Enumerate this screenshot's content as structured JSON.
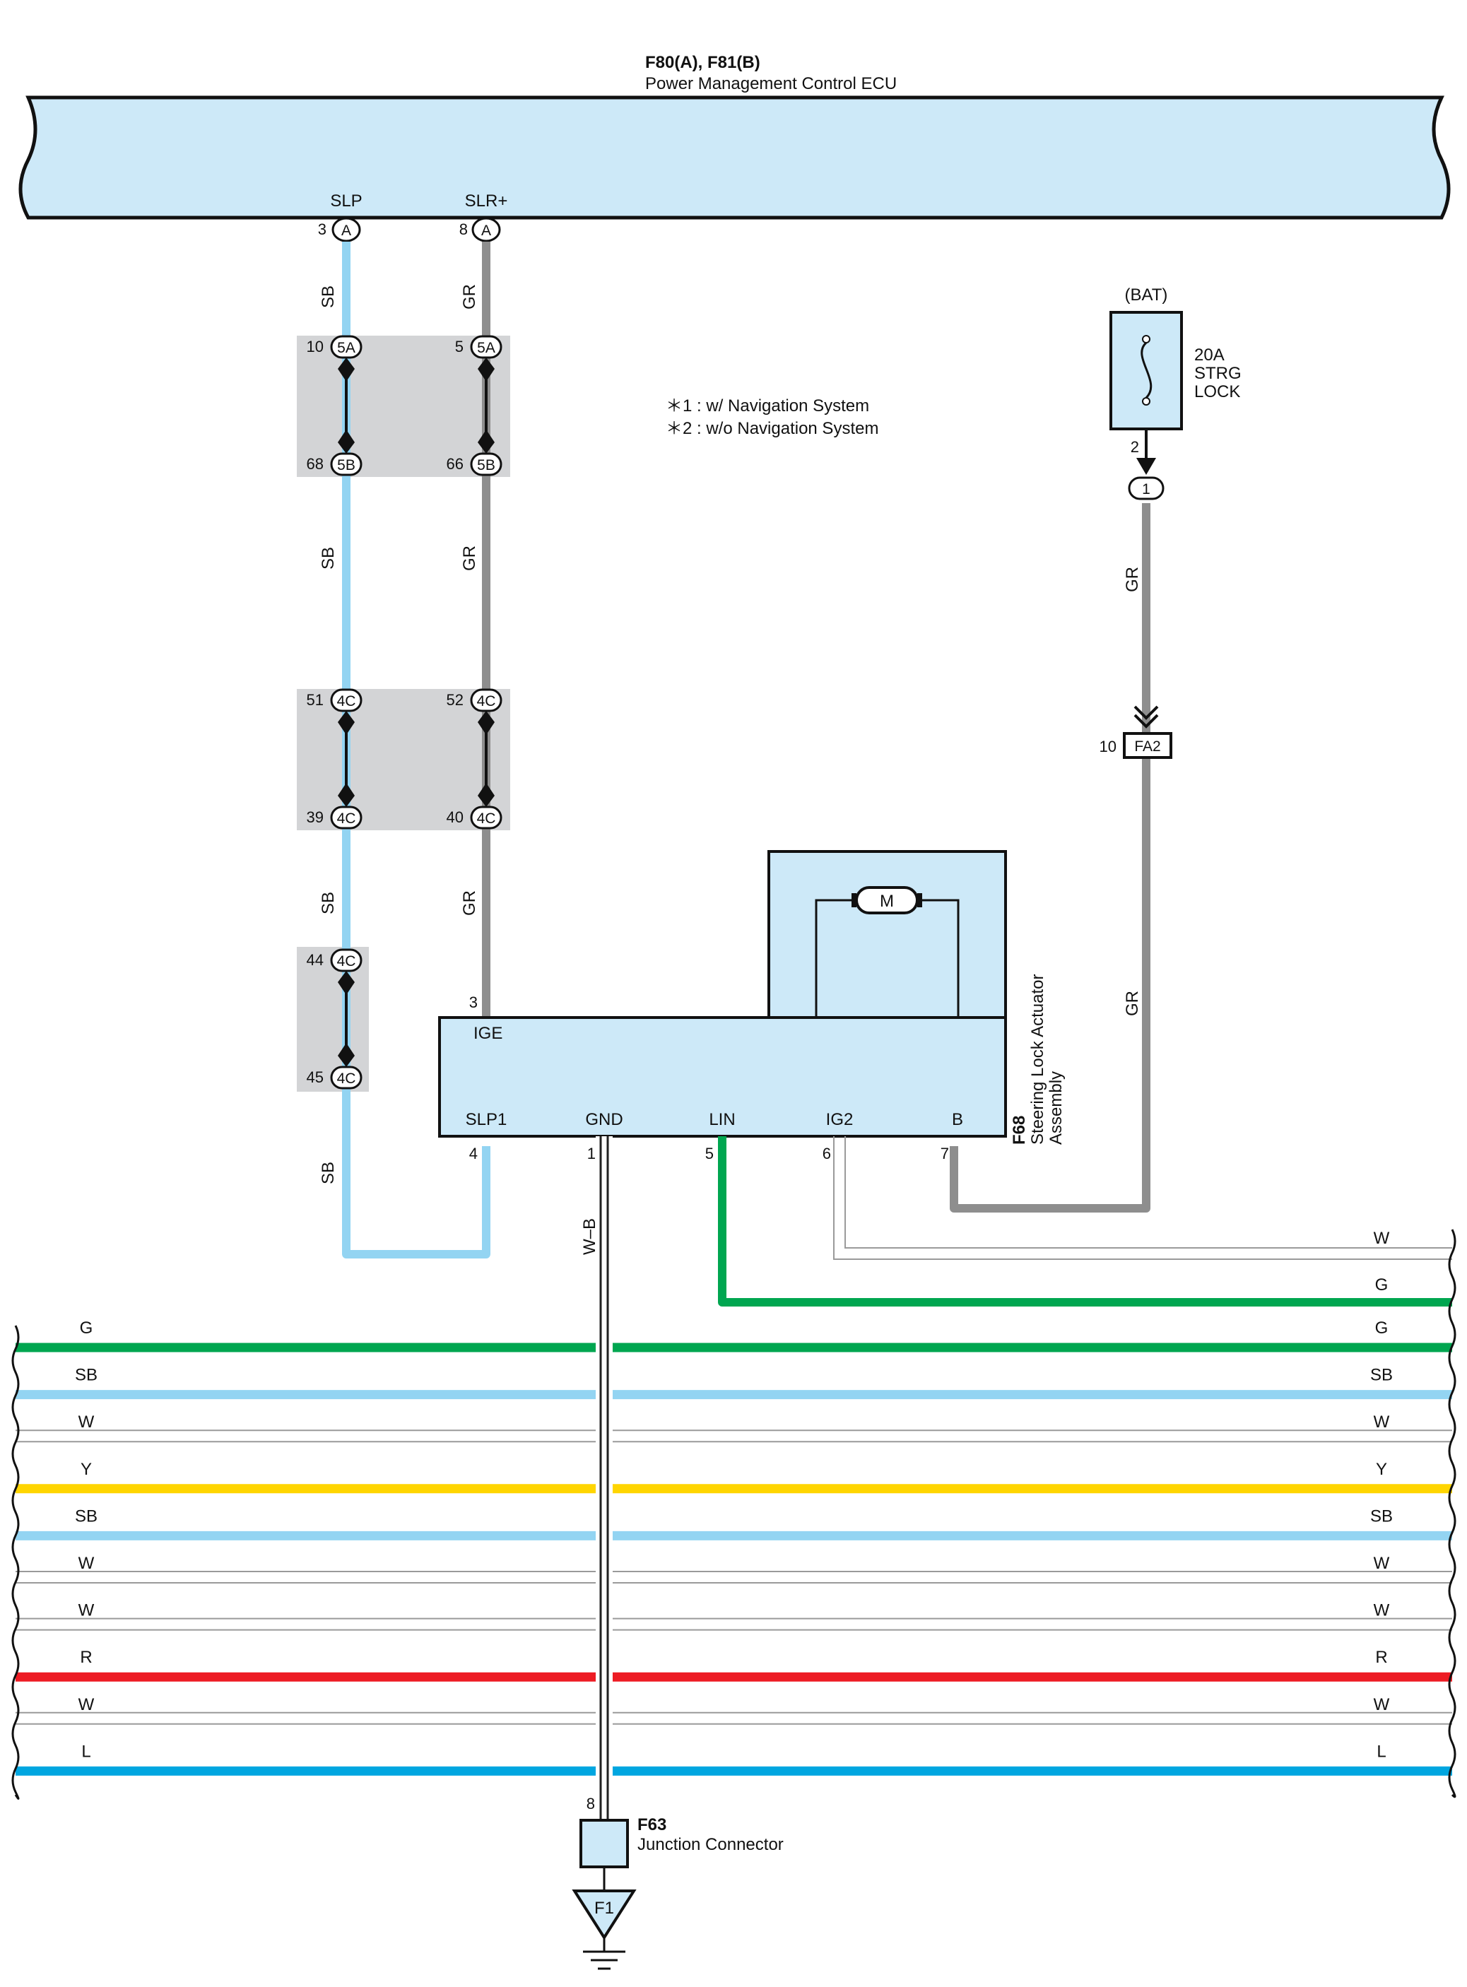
{
  "colors": {
    "ecu_fill": "#cde9f8",
    "SB": "#93d4f2",
    "GR": "#8e8e8e",
    "G": "#00a650",
    "Y": "#ffd500",
    "R": "#ed1c24",
    "L": "#00a6e0",
    "W": "#9a9a9a",
    "WB": "#222222",
    "junction_block": "#d3d4d6"
  },
  "ecu": {
    "code": "F80(A), F81(B)",
    "name": "Power Management Control ECU",
    "pins": [
      {
        "id": "slp",
        "term": "SLP",
        "num": "3",
        "conn": "A"
      },
      {
        "id": "slr",
        "term": "SLR+",
        "num": "8",
        "conn": "A"
      }
    ]
  },
  "notes": [
    "＊1 : w/ Navigation System",
    "＊2 : w/o Navigation System"
  ],
  "fuse": {
    "bat": "(BAT)",
    "amp": "20A",
    "line1": "STRG",
    "line2": "LOCK",
    "pin": "2",
    "conn": "1"
  },
  "fa2": {
    "num": "10",
    "label": "FA2"
  },
  "junctions": [
    {
      "id": "j1",
      "left_top": {
        "num": "10",
        "conn": "5A"
      },
      "right_top": {
        "num": "5",
        "conn": "5A"
      },
      "left_bot": {
        "num": "68",
        "conn": "5B"
      },
      "right_bot": {
        "num": "66",
        "conn": "5B"
      }
    },
    {
      "id": "j2",
      "left_top": {
        "num": "51",
        "conn": "4C"
      },
      "right_top": {
        "num": "52",
        "conn": "4C"
      },
      "left_bot": {
        "num": "39",
        "conn": "4C"
      },
      "right_bot": {
        "num": "40",
        "conn": "4C"
      }
    },
    {
      "id": "j3",
      "left_top": {
        "num": "44",
        "conn": "4C"
      },
      "left_bot": {
        "num": "45",
        "conn": "4C"
      }
    }
  ],
  "wire_codes": {
    "sb": "SB",
    "gr": "GR",
    "wb": "W–B"
  },
  "actuator": {
    "code": "F68",
    "name_line1": "Steering Lock Actuator",
    "name_line2": "Assembly",
    "motor": "M",
    "ige_pin": "3",
    "ige_label": "IGE",
    "terminals": [
      {
        "label": "SLP1",
        "pin": "4"
      },
      {
        "label": "GND",
        "pin": "1"
      },
      {
        "label": "LIN",
        "pin": "5"
      },
      {
        "label": "IG2",
        "pin": "6"
      },
      {
        "label": "B",
        "pin": "7"
      }
    ]
  },
  "bus_right": [
    {
      "label": "W",
      "color": "W"
    },
    {
      "label": "G",
      "color": "G"
    }
  ],
  "bus": [
    {
      "left": "G",
      "right": "G",
      "color": "G"
    },
    {
      "left": "SB",
      "right": "SB",
      "color": "SB"
    },
    {
      "left": "W",
      "right": "W",
      "color": "W"
    },
    {
      "left": "Y",
      "right": "Y",
      "color": "Y"
    },
    {
      "left": "SB",
      "right": "SB",
      "color": "SB"
    },
    {
      "left": "W",
      "right": "W",
      "color": "W"
    },
    {
      "left": "W",
      "right": "W",
      "color": "W"
    },
    {
      "left": "R",
      "right": "R",
      "color": "R"
    },
    {
      "left": "W",
      "right": "W",
      "color": "W"
    },
    {
      "left": "L",
      "right": "L",
      "color": "L"
    }
  ],
  "junction_connector": {
    "pin": "8",
    "code": "F63",
    "name": "Junction Connector"
  },
  "ground": {
    "label": "F1"
  }
}
